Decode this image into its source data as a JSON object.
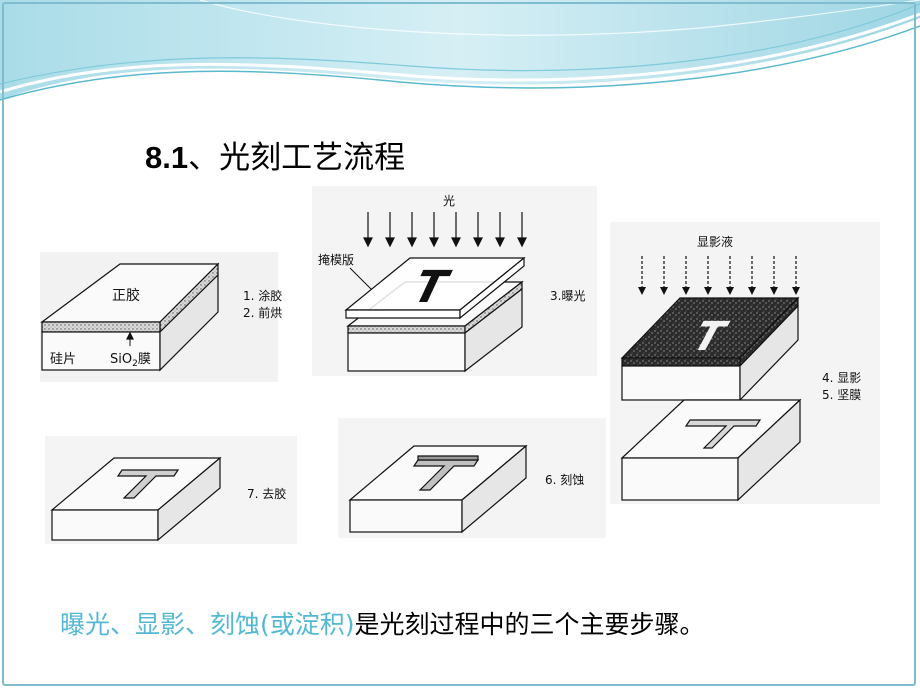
{
  "title": {
    "number": "8.1",
    "text": "、光刻工艺流程"
  },
  "figure": {
    "step1": {
      "resist": "正胶",
      "wafer": "硅片",
      "oxide_main": "SiO",
      "oxide_sub": "2",
      "oxide_tail": "膜",
      "labels": [
        "1. 涂胶",
        "2. 前烘"
      ]
    },
    "step3": {
      "light": "光",
      "mask": "掩模版",
      "label": "3.曝光",
      "letter": "T"
    },
    "step45": {
      "developer": "显影液",
      "labels": [
        "4. 显影",
        "5. 坚膜"
      ],
      "letter": "T"
    },
    "step6": {
      "label": "6. 刻蚀"
    },
    "step7": {
      "label": "7. 去胶"
    }
  },
  "caption": {
    "highlight": "曝光、显影、刻蚀(或淀积)",
    "rest": "是光刻过程中的三个主要步骤。"
  },
  "colors": {
    "header_wave": "#6fc4d8",
    "caption_highlight": "#53b8d3",
    "border": "#7fbcd0"
  }
}
